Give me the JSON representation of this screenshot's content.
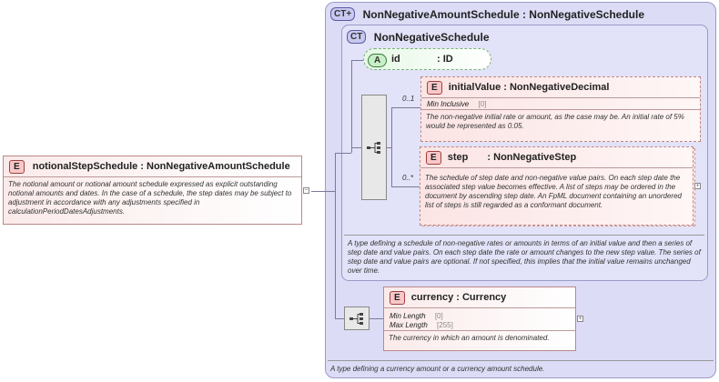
{
  "outer_type": {
    "badge": "CT+",
    "title": "NonNegativeAmountSchedule : NonNegativeSchedule",
    "annotation": "A type defining a currency amount or a currency amount schedule."
  },
  "inner_type": {
    "badge": "CT",
    "title": "NonNegativeSchedule",
    "annotation": "A type defining a schedule of non-negative rates or amounts in terms of an initial value and then a series of step date and value pairs. On each step date the rate or amount changes to the new step value. The series of step date and value pairs are optional. If not specified, this implies that the initial value remains unchanged over time."
  },
  "attribute": {
    "badge": "A",
    "name": "id",
    "type": ": ID"
  },
  "initial_value": {
    "badge": "E",
    "title": "initialValue : NonNegativeDecimal",
    "occurrence": "0..1",
    "facet_label": "Min Inclusive",
    "facet_value": "[0]",
    "desc": "The non-negative initial rate or amount, as the case may be. An initial rate of 5% would be represented as 0.05."
  },
  "step": {
    "badge": "E",
    "name": "step",
    "type": ": NonNegativeStep",
    "occurrence": "0..*",
    "desc": "The schedule of step date and non-negative value pairs. On each step date the associated step value becomes effective. A list of steps may be ordered in the document by ascending step date. An FpML document containing an unordered list of steps is still regarded as a conformant document."
  },
  "currency": {
    "badge": "E",
    "title": "currency : Currency",
    "facet1_label": "Min Length",
    "facet1_value": "[0]",
    "facet2_label": "Max Length",
    "facet2_value": "[255]",
    "desc": "The currency in which an amount is denominated."
  },
  "root": {
    "badge": "E",
    "title": "notionalStepSchedule : NonNegativeAmountSchedule",
    "desc": "The notional amount or notional amount schedule expressed as explicit outstanding notional amounts and dates. In the case of a schedule, the step dates may be subject to adjustment in accordance with any adjustments specified in calculationPeriodDatesAdjustments."
  },
  "symbols": {
    "collapse": "−",
    "expand": "+"
  },
  "colors": {
    "complex_type_bg": "#dcdcf6",
    "element_border": "#b88",
    "attribute_bg": "#c8f0c8"
  }
}
